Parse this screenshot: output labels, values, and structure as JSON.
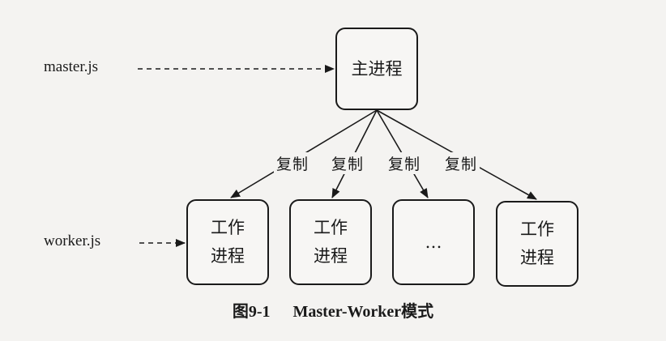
{
  "labels": {
    "master_js": "master.js",
    "worker_js": "worker.js"
  },
  "master": {
    "label": "主进程"
  },
  "copy_label": "复制",
  "workers": [
    {
      "line1": "工作",
      "line2": "进程"
    },
    {
      "line1": "工作",
      "line2": "进程"
    },
    {
      "line1": "…",
      "line2": ""
    },
    {
      "line1": "工作",
      "line2": "进程"
    }
  ],
  "caption": {
    "number": "图9-1",
    "title": "Master-Worker模式"
  }
}
